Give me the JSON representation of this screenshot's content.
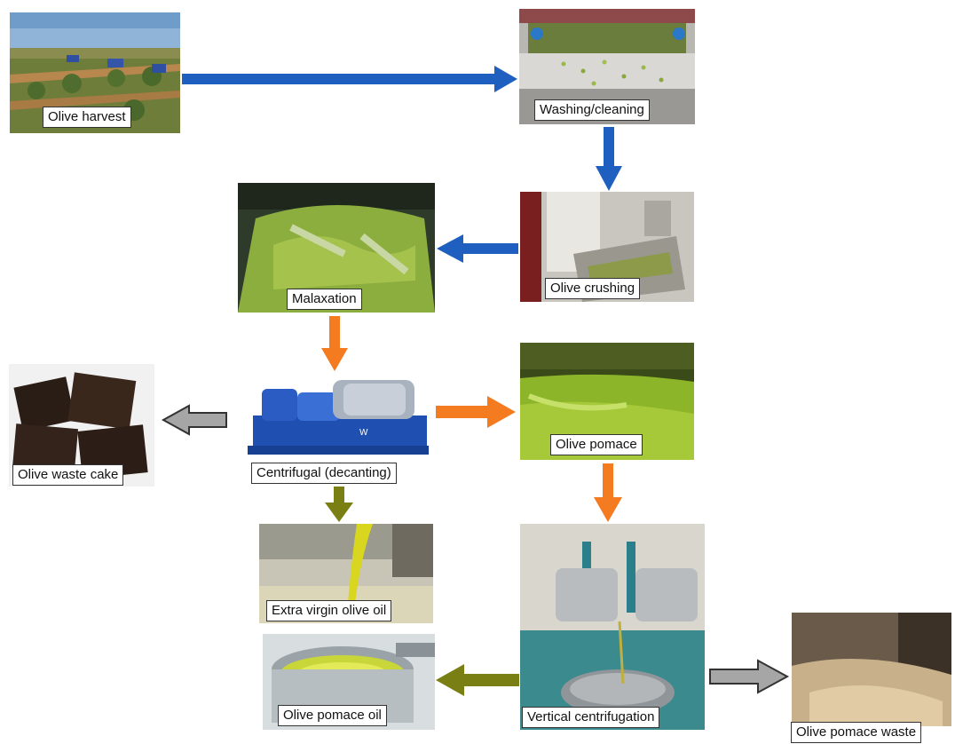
{
  "steps": {
    "harvest": "Olive harvest",
    "washing": "Washing/cleaning",
    "crushing": "Olive crushing",
    "malaxation": "Malaxation",
    "decanting": "Centrifugal (decanting)",
    "waste_cake": "Olive waste cake",
    "pomace": "Olive pomace",
    "evoo": "Extra virgin olive oil",
    "vertical": "Vertical centrifugation",
    "pomace_oil": "Olive pomace oil",
    "pomace_waste": "Olive pomace waste"
  },
  "colors": {
    "blue_arrow": "#1f5fbf",
    "orange_arrow": "#f47b20",
    "olive_arrow": "#7a7f14",
    "gray_arrow": "#a6a6a6"
  }
}
